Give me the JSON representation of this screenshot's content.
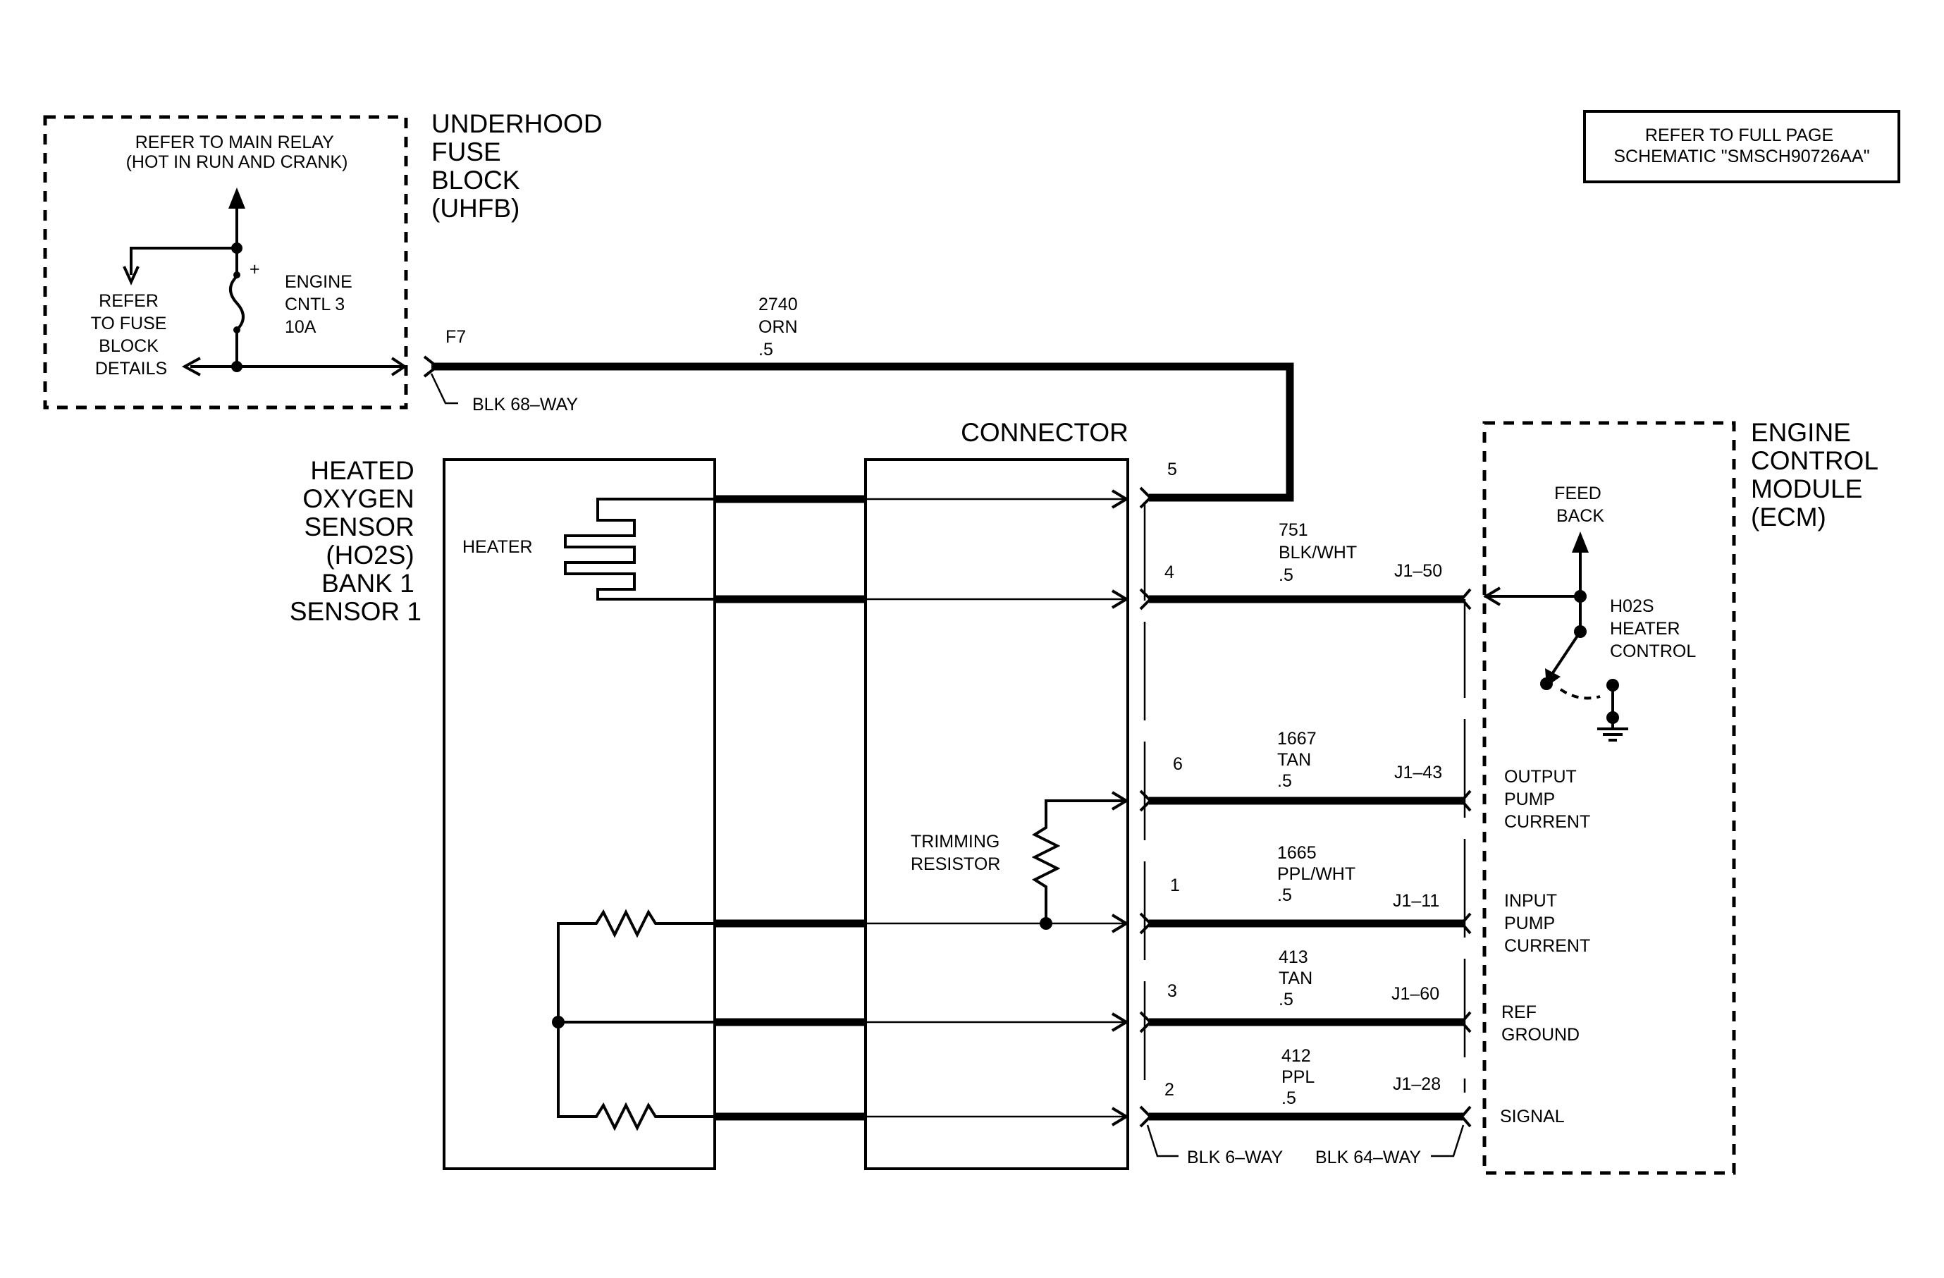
{
  "fuse_block": {
    "title_lines": [
      "UNDERHOOD",
      "FUSE",
      "BLOCK",
      "(UHFB)"
    ],
    "main_relay_lines": [
      "REFER TO MAIN RELAY",
      "(HOT IN RUN AND CRANK)"
    ],
    "fuse_details_lines": [
      "REFER",
      "TO FUSE",
      "BLOCK",
      "DETAILS"
    ],
    "fuse_name_lines": [
      "ENGINE",
      "CNTL 3",
      "10A"
    ],
    "fuse_polarity": "+",
    "fuse_terminal": "F7",
    "connector_label": "BLK 68–WAY"
  },
  "full_page_note_lines": [
    "REFER TO FULL PAGE",
    "SCHEMATIC \"SMSCH90726AA\""
  ],
  "sensor": {
    "title_lines": [
      "HEATED",
      "OXYGEN",
      "SENSOR",
      "(HO2S)",
      "BANK 1",
      "SENSOR 1"
    ],
    "heater_label": "HEATER"
  },
  "connector": {
    "title": "CONNECTOR",
    "trimming_resistor_lines": [
      "TRIMMING",
      "RESISTOR"
    ],
    "left_label": "BLK 6–WAY",
    "right_label": "BLK 64–WAY"
  },
  "ecm": {
    "title_lines": [
      "ENGINE",
      "CONTROL",
      "MODULE",
      "(ECM)"
    ],
    "feedback_lines": [
      "FEED",
      "BACK"
    ],
    "heater_control_lines": [
      "H02S",
      "HEATER",
      "CONTROL"
    ]
  },
  "feed_wire": {
    "circuit": "2740",
    "color": "ORN",
    "gauge": ".5"
  },
  "circuits": [
    {
      "pin": "5",
      "circuit": "",
      "color": "",
      "gauge": "",
      "ecm_pin": "",
      "function_lines": []
    },
    {
      "pin": "4",
      "circuit": "751",
      "color": "BLK/WHT",
      "gauge": ".5",
      "ecm_pin": "J1–50",
      "function_lines": []
    },
    {
      "pin": "6",
      "circuit": "1667",
      "color": "TAN",
      "gauge": ".5",
      "ecm_pin": "J1–43",
      "function_lines": [
        "OUTPUT",
        "PUMP",
        "CURRENT"
      ]
    },
    {
      "pin": "1",
      "circuit": "1665",
      "color": "PPL/WHT",
      "gauge": ".5",
      "ecm_pin": "J1–11",
      "function_lines": [
        "INPUT",
        "PUMP",
        "CURRENT"
      ]
    },
    {
      "pin": "3",
      "circuit": "413",
      "color": "TAN",
      "gauge": ".5",
      "ecm_pin": "J1–60",
      "function_lines": [
        "REF",
        "GROUND"
      ]
    },
    {
      "pin": "2",
      "circuit": "412",
      "color": "PPL",
      "gauge": ".5",
      "ecm_pin": "J1–28",
      "function_lines": [
        "SIGNAL"
      ]
    }
  ]
}
